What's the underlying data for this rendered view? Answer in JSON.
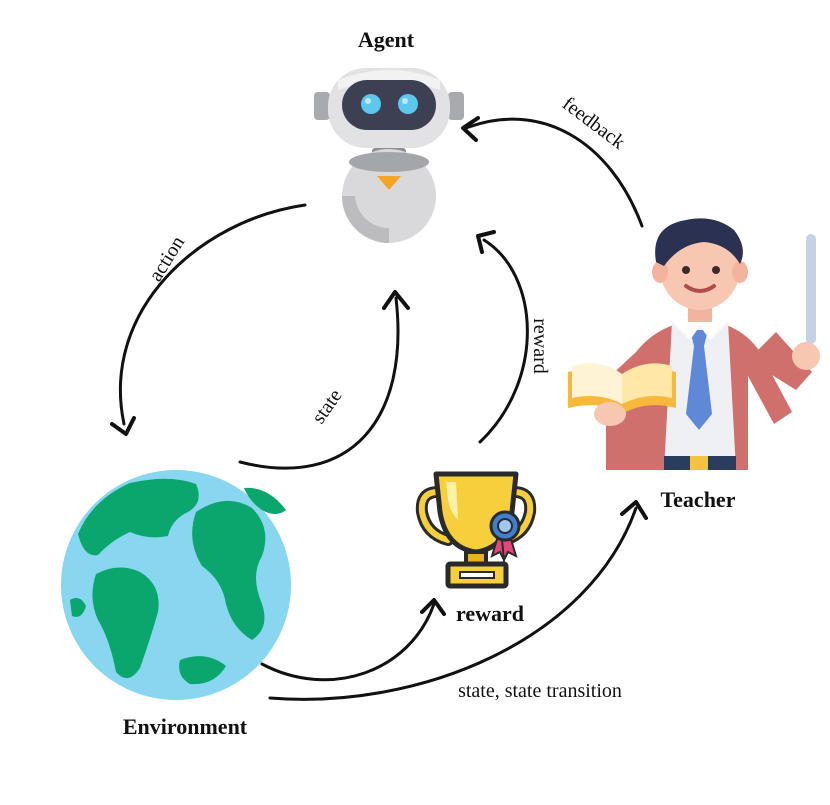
{
  "diagram": {
    "nodes": {
      "agent": {
        "label": "Agent",
        "icon": "robot-icon"
      },
      "environment": {
        "label": "Environment",
        "icon": "earth-globe-icon"
      },
      "reward": {
        "label": "reward",
        "icon": "trophy-icon"
      },
      "teacher": {
        "label": "Teacher",
        "icon": "teacher-icon"
      }
    },
    "edges": {
      "action": "action",
      "state": "state",
      "reward": "reward",
      "feedback": "feedback",
      "transition": "state, state transition"
    },
    "colors": {
      "ink": "#111111",
      "ocean": "#88d6ef",
      "land": "#0aa66e",
      "trophy": "#f7cf3d",
      "robot_eye": "#5ec7ee",
      "teacher_jacket": "#d0706d",
      "teacher_tie": "#5f88d6"
    }
  }
}
